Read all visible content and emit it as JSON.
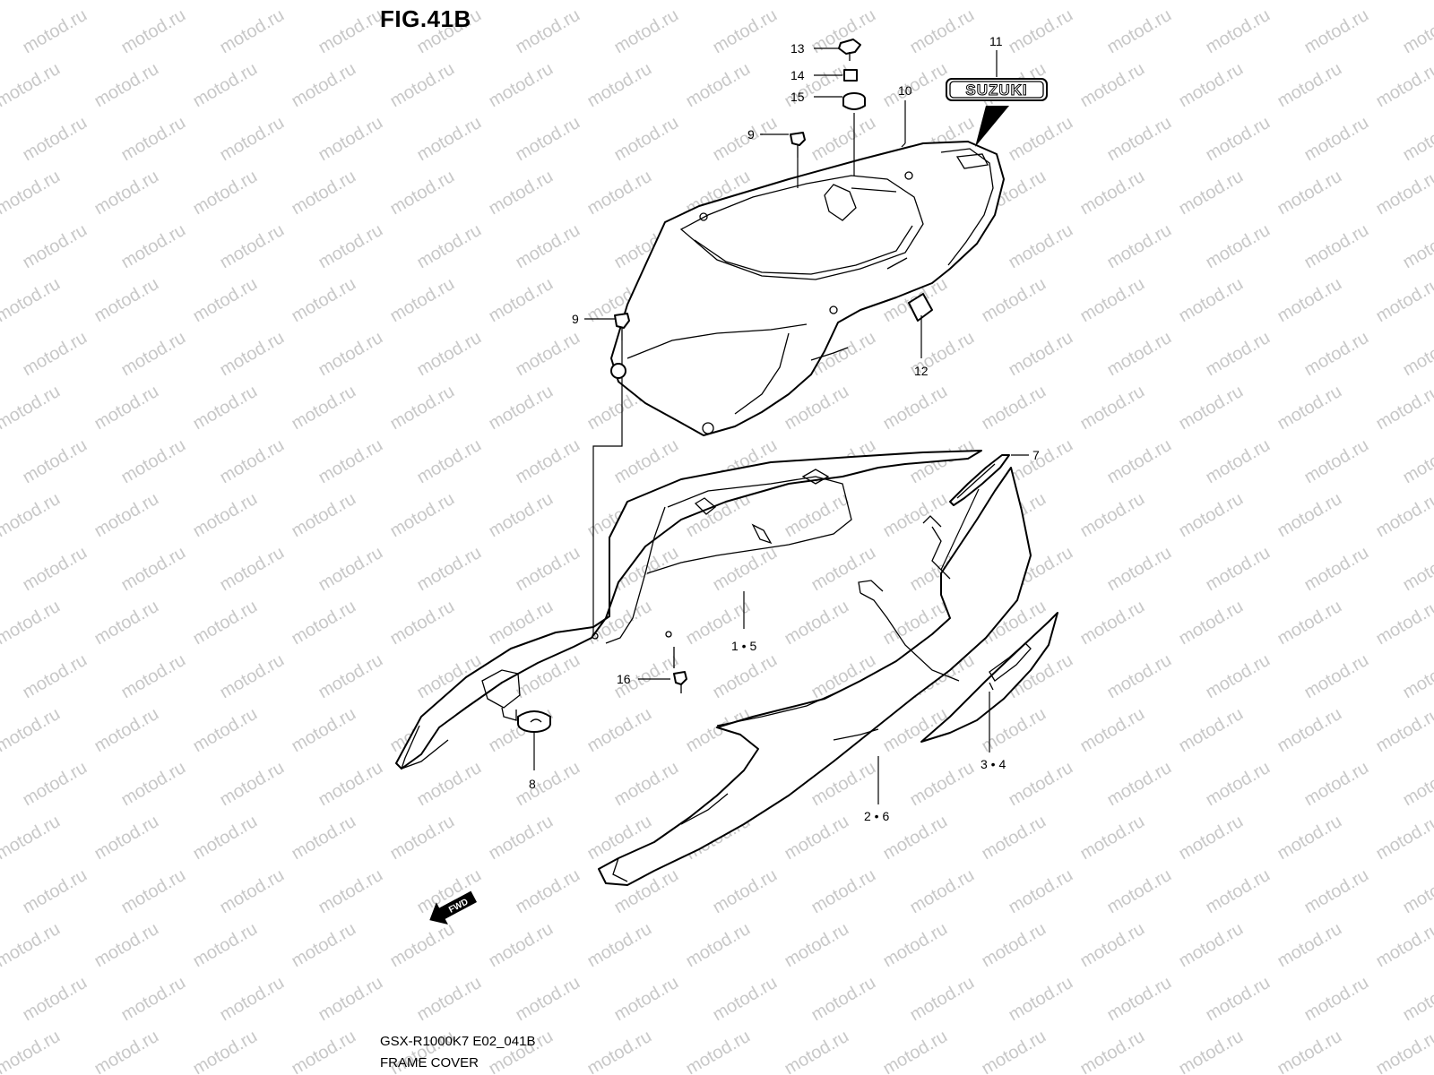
{
  "figure": {
    "title": "FIG.41B",
    "model_code": "GSX-R1000K7 E02_041B",
    "name": "FRAME COVER"
  },
  "watermark": {
    "text": "motod.ru",
    "color": "#c8c8c8"
  },
  "callouts": {
    "c13": "13",
    "c14": "14",
    "c15": "15",
    "c11": "11",
    "c10": "10",
    "c9a": "9",
    "c9b": "9",
    "c12": "12",
    "c7": "7",
    "c15b": "1 • 5",
    "c16": "16",
    "c8": "8",
    "c34": "3 • 4",
    "c26": "2 • 6"
  },
  "emblem": {
    "text": "SUZUKI"
  },
  "direction_marker": {
    "text": "FWD"
  },
  "colors": {
    "ink": "#000000",
    "background": "#ffffff"
  }
}
